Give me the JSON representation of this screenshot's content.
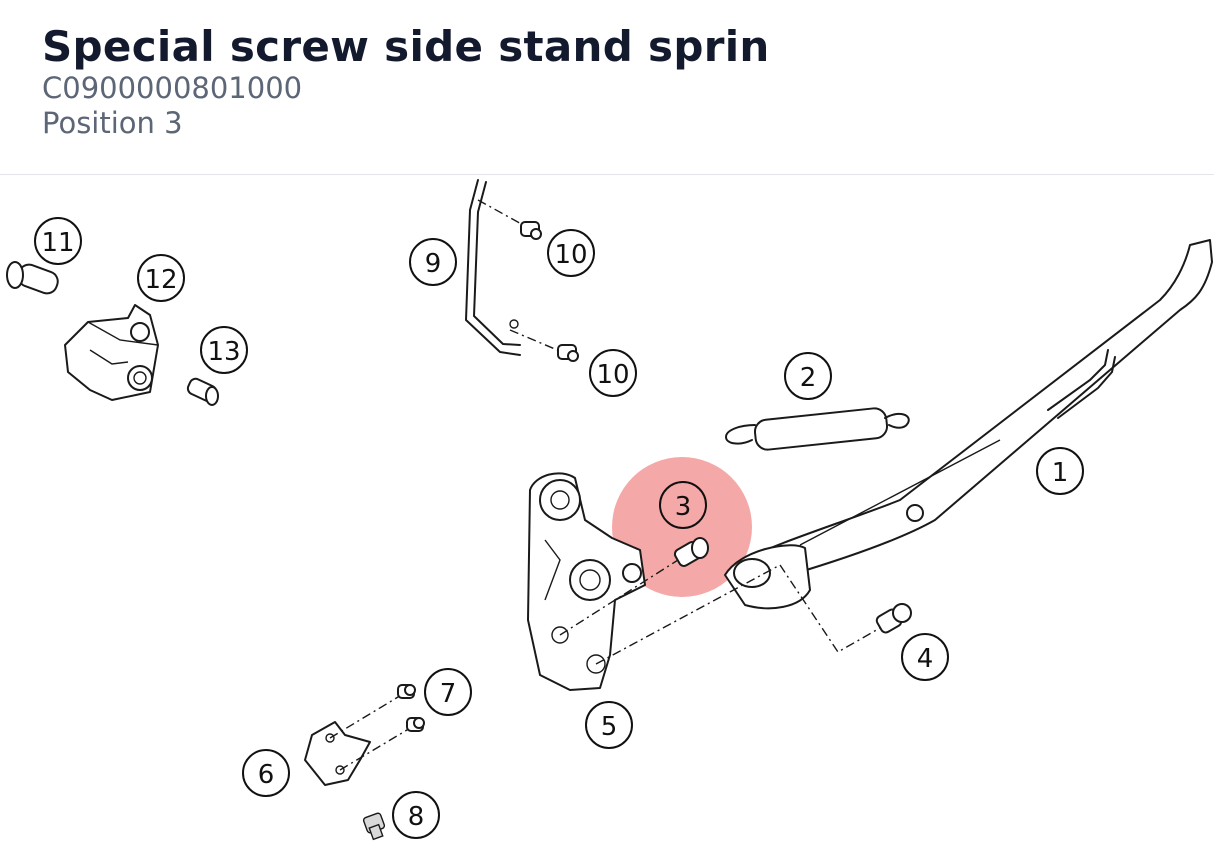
{
  "header": {
    "title": "Special screw side stand sprin",
    "part_number": "C0900000801000",
    "position_label": "Position 3"
  },
  "diagram": {
    "highlight_color": "#f28b8b",
    "highlighted_position": "3",
    "callouts": [
      "1",
      "2",
      "3",
      "4",
      "5",
      "6",
      "7",
      "8",
      "9",
      "10",
      "10",
      "11",
      "12",
      "13"
    ]
  }
}
